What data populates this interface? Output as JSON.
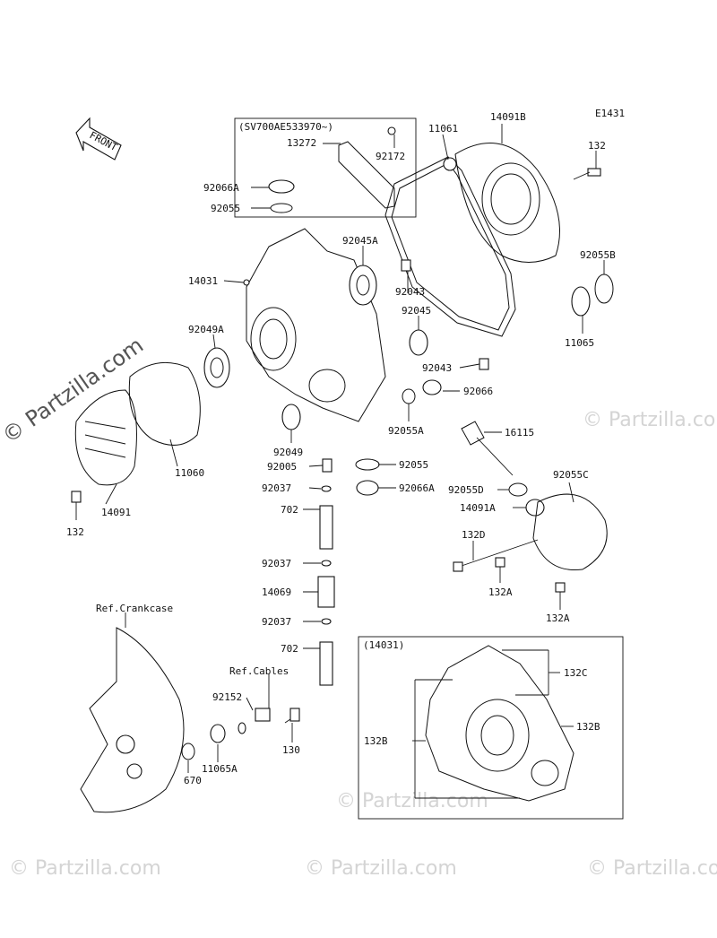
{
  "diagram_code": "E1431",
  "arrow_label": "FRONT",
  "note": "(SV700AE533970~)",
  "inset_title": "(14031)",
  "ref_crankcase": "Ref.Crankcase",
  "ref_cables": "Ref.Cables",
  "watermark": "© Partzilla.com",
  "parts": {
    "p13272": "13272",
    "p92172": "92172",
    "p11061": "11061",
    "p14091B": "14091B",
    "p132_tr": "132",
    "p92066A_top": "92066A",
    "p92055_top": "92055",
    "p92045A": "92045A",
    "p14031": "14031",
    "p92043_a": "92043",
    "p92045": "92045",
    "p92055B": "92055B",
    "p11065": "11065",
    "p92049A": "92049A",
    "p92043_b": "92043",
    "p92066": "92066",
    "p92055A": "92055A",
    "p16115": "16115",
    "p92049": "92049",
    "p11060": "11060",
    "p92005": "92005",
    "p92055_mid": "92055",
    "p92037_a": "92037",
    "p92066A_mid": "92066A",
    "p92055D": "92055D",
    "p92055C": "92055C",
    "p14091A": "14091A",
    "p14091": "14091",
    "p702_a": "702",
    "p132_left": "132",
    "p132D": "132D",
    "p92037_b": "92037",
    "p132A_a": "132A",
    "p14069": "14069",
    "p132A_b": "132A",
    "p92037_c": "92037",
    "p702_b": "702",
    "p132C": "132C",
    "p92152": "92152",
    "p132B_r": "132B",
    "p132B_l": "132B",
    "p130": "130",
    "p670": "670",
    "p11065A": "11065A"
  }
}
